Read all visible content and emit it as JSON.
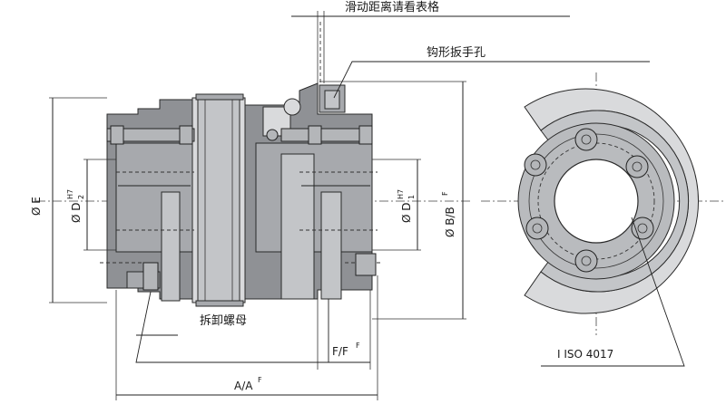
{
  "labels": {
    "sliding_distance": "滑动距离请看表格",
    "hook_wrench_hole": "钩形扳手孔",
    "removal_nut": "拆卸螺母",
    "standard": "I ISO 4017",
    "dim_e": "Ø E",
    "dim_d2": "Ø D",
    "dim_d2_sub": "2",
    "dim_d2_sup": "H7",
    "dim_d1": "Ø D",
    "dim_d1_sub": "1",
    "dim_d1_sup": "H7",
    "dim_b": "Ø B/B",
    "dim_b_sup": "F",
    "dim_f": "F/F",
    "dim_f_sup": "F",
    "dim_a": "A/A",
    "dim_a_sup": "F"
  },
  "colors": {
    "line": "#222222",
    "metal_dark": "#8f9195",
    "metal_light": "#c3c5c8",
    "background": "#ffffff"
  }
}
